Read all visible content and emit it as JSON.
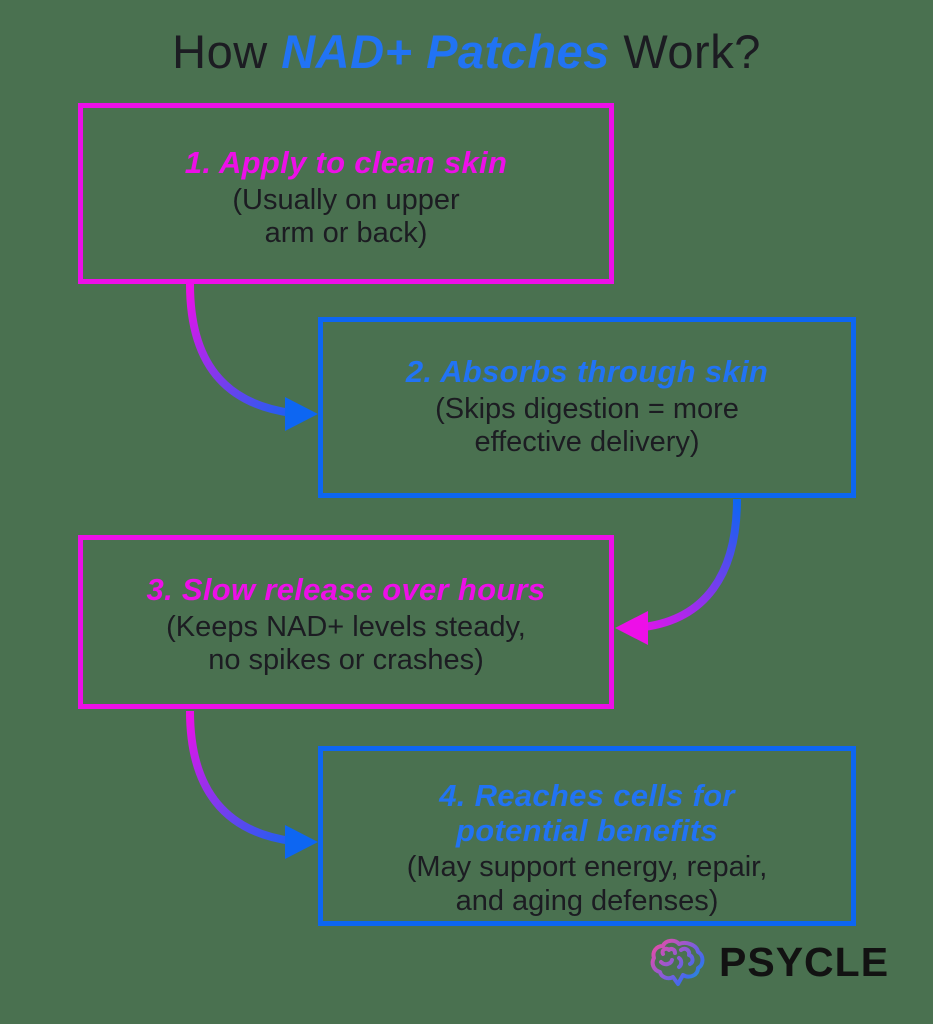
{
  "title": {
    "prefix": "How ",
    "highlight": "NAD+ Patches",
    "suffix": " Work?"
  },
  "steps": [
    {
      "heading": "1. Apply to clean skin",
      "body_line1": "(Usually on upper",
      "body_line2": "arm or back)",
      "accent": "magenta"
    },
    {
      "heading": "2. Absorbs through skin",
      "body_line1": "(Skips digestion = more",
      "body_line2": "effective delivery)",
      "accent": "blue"
    },
    {
      "heading": "3. Slow release over hours",
      "body_line1": "(Keeps NAD+ levels steady,",
      "body_line2": "no spikes or crashes)",
      "accent": "magenta"
    },
    {
      "heading_line1": "4. Reaches cells for",
      "heading_line2": "potential benefits",
      "body_line1": "(May support energy, repair,",
      "body_line2": "and aging defenses)",
      "accent": "blue"
    }
  ],
  "flow": [
    "step-1 to step-2",
    "step-2 to step-3",
    "step-3 to step-4"
  ],
  "logo": {
    "text": "PSYCLE"
  },
  "colors": {
    "magenta": "#ED0FE8",
    "blue": "#0D66F2",
    "title_blue": "#2173F4",
    "text_dark": "#1C1C22",
    "background": "#4A7150",
    "logo_text": "#121212",
    "logo_gradient_pink": "#E64CA8",
    "logo_gradient_purple": "#8A5BD6",
    "logo_gradient_blue": "#3E6BEE",
    "logo_gradient_teal": "#12B7B0"
  }
}
